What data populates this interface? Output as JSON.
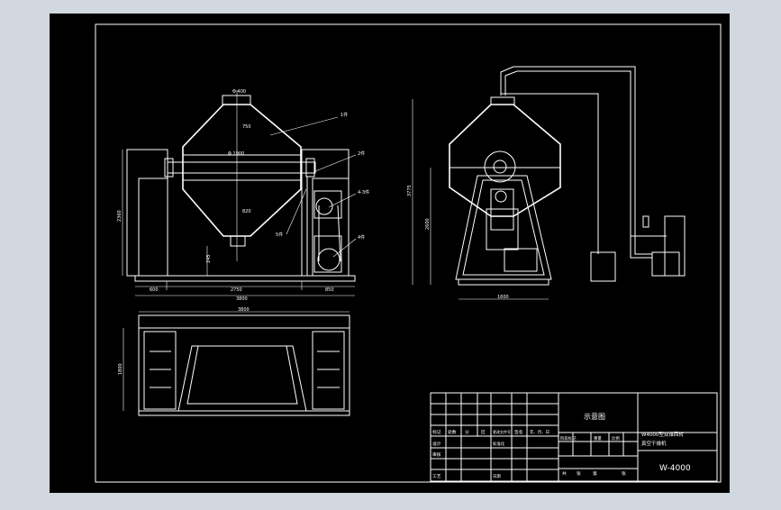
{
  "colors": {
    "chrome": "#d2d8e0",
    "paper": "#000000",
    "ink": "#ffffff"
  },
  "side_view": {
    "top_dim": "Φ 400",
    "upper_height": "750",
    "center_dim": "Φ 1900",
    "lower_height": "820",
    "total_height": "2360",
    "bottom_clear": "245",
    "seg_left": "600",
    "seg_mid": "2750",
    "seg_right": "850",
    "overall_width": "3800",
    "callout_body": "1件",
    "callout_shaft": "2件",
    "callout_motor": "4-3件",
    "callout_reducer": "4件",
    "callout_left": "5件"
  },
  "front_view": {
    "height_total": "3775",
    "height_lower": "2600",
    "base_width": "1600"
  },
  "plan_view": {
    "width": "3800",
    "depth": "1800"
  },
  "title_block": {
    "header_cols": [
      "标记",
      "处数",
      "分",
      "区",
      "更改文件号",
      "签名",
      "年、月、日"
    ],
    "row_labels": [
      "设计",
      "审核",
      "工艺"
    ],
    "sign_marks": [
      "标准化",
      "日期"
    ],
    "stage_labels": [
      "阶段标记",
      "重量",
      "比例"
    ],
    "sheet_labels": [
      "共",
      "张",
      "第",
      "张"
    ],
    "drawing_name": "示意图",
    "company_line1": "W4000型双锥回转",
    "company_line2": "真空干燥机",
    "drawing_number": "W-4000"
  }
}
